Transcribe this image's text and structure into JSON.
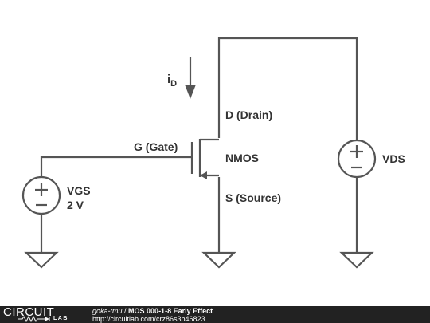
{
  "labels": {
    "current_main": "i",
    "current_sub": "D",
    "drain": "D (Drain)",
    "gate": "G (Gate)",
    "transistor": "NMOS",
    "source": "S (Source)",
    "vgs_name": "VGS",
    "vgs_value": "2 V",
    "vds_name": "VDS"
  },
  "footer": {
    "logo_top": "CIRCUIT",
    "logo_bottom": "LAB",
    "user": "goka-tmu",
    "separator": " / ",
    "title": "MOS 000-1-8 Early Effect",
    "url": "http://circuitlab.com/crz86s3b46823"
  },
  "colors": {
    "wire": "#555555",
    "text": "#333333",
    "footer_bg": "#222222"
  }
}
